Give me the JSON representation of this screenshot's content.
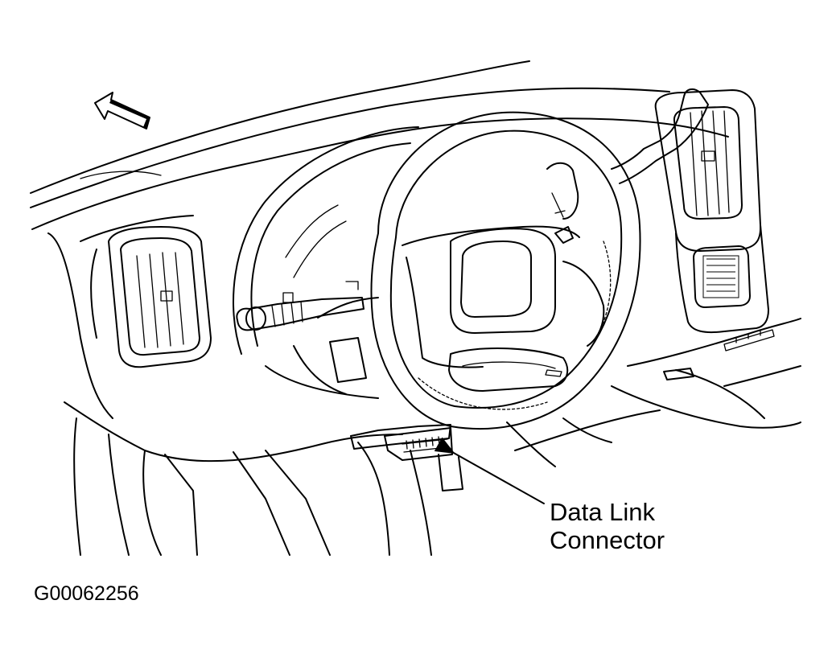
{
  "callout": {
    "line1": "Data Link",
    "line2": "Connector"
  },
  "figure_id": "G00062256",
  "icons": {
    "direction": "front-of-vehicle-arrow-icon",
    "connector": "data-link-connector-icon"
  },
  "colors": {
    "ink": "#000000",
    "paper": "#ffffff"
  }
}
